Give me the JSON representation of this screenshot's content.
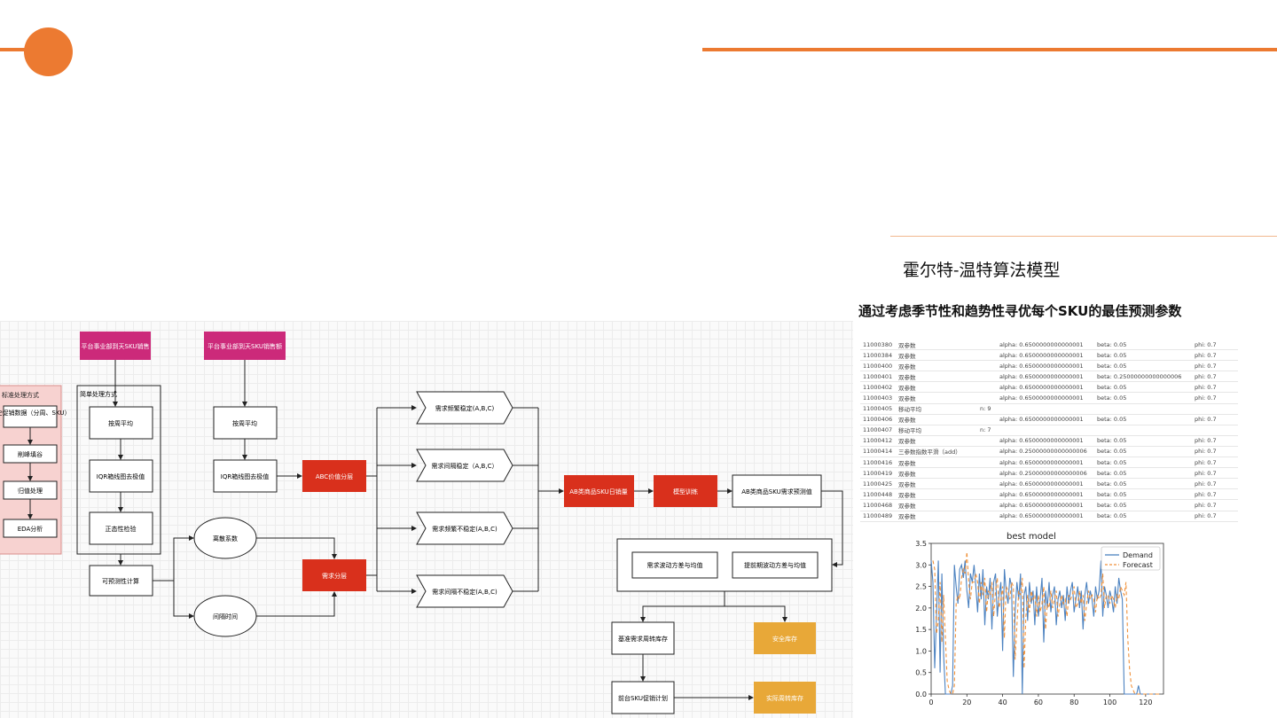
{
  "slide": {
    "title": "霍尔特-温特算法模型",
    "subtitle": "通过考虑季节性和趋势性寻优每个SKU的最佳预测参数",
    "colors": {
      "accent": "#ec7a31",
      "node_red": "#d9301c",
      "node_magenta": "#cc2a7a",
      "node_orange": "#e8a838",
      "panel_pink": "#f7d2d0"
    }
  },
  "flowchart": {
    "panel_title": "标准处理方式",
    "panel_steps": [
      "历史促销数据（分周、SKU）",
      "削峰填谷",
      "归值处理",
      "EDA分析"
    ],
    "source1": "平台事业部到天SKU销售",
    "source2": "平台事业部到天SKU销售额",
    "simple_title": "简单处理方式",
    "week_avg": "按周平均",
    "iqr": "IQR箱线图去极值",
    "normality": "正态性检验",
    "predictability": "可预测性计算",
    "week_avg2": "按周平均",
    "iqr2": "IQR箱线图去极值",
    "abc": "ABC价值分层",
    "discrete": "离散系数",
    "interval": "间隔时间",
    "demand_layer": "需求分层",
    "cat1": "需求频繁稳定(A,B,C)",
    "cat2": "需求间隔稳定（A,B,C）",
    "cat3": "需求频繁不稳定(A,B,C)",
    "cat4": "需求间隔不稳定(A,B,C)",
    "ab_sales": "AB类商品SKU日销量",
    "train": "模型训练",
    "ab_forecast": "AB类商品SKU需求预测值",
    "var1": "需求波动方差与均值",
    "var2": "提前期波动方差与均值",
    "base_stock": "基准需求周转库存",
    "safety": "安全库存",
    "front_plan": "前台SKU促销计划",
    "actual_stock": "实际周转库存"
  },
  "param_table": {
    "rows": [
      [
        "11000380",
        "双参数",
        "",
        "alpha: 0.6500000000000001",
        "beta: 0.05",
        "phi: 0.7"
      ],
      [
        "11000384",
        "双参数",
        "",
        "alpha: 0.6500000000000001",
        "beta: 0.05",
        "phi: 0.7"
      ],
      [
        "11000400",
        "双参数",
        "",
        "alpha: 0.6500000000000001",
        "beta: 0.05",
        "phi: 0.7"
      ],
      [
        "11000401",
        "双参数",
        "",
        "alpha: 0.6500000000000001",
        "beta: 0.25000000000000006",
        "phi: 0.7"
      ],
      [
        "11000402",
        "双参数",
        "",
        "alpha: 0.6500000000000001",
        "beta: 0.05",
        "phi: 0.7"
      ],
      [
        "11000403",
        "双参数",
        "",
        "alpha: 0.6500000000000001",
        "beta: 0.05",
        "phi: 0.7"
      ],
      [
        "11000405",
        "移动平均",
        "n: 9",
        "",
        "",
        ""
      ],
      [
        "11000406",
        "双参数",
        "",
        "alpha: 0.6500000000000001",
        "beta: 0.05",
        "phi: 0.7"
      ],
      [
        "11000407",
        "移动平均",
        "n: 7",
        "",
        "",
        ""
      ],
      [
        "11000412",
        "双参数",
        "",
        "alpha: 0.6500000000000001",
        "beta: 0.05",
        "phi: 0.7"
      ],
      [
        "11000414",
        "三参数指数平滑（add）",
        "",
        "alpha: 0.25000000000000006",
        "beta: 0.05",
        "phi: 0.7"
      ],
      [
        "11000416",
        "双参数",
        "",
        "alpha: 0.6500000000000001",
        "beta: 0.05",
        "phi: 0.7"
      ],
      [
        "11000419",
        "双参数",
        "",
        "alpha: 0.25000000000000006",
        "beta: 0.05",
        "phi: 0.7"
      ],
      [
        "11000425",
        "双参数",
        "",
        "alpha: 0.6500000000000001",
        "beta: 0.05",
        "phi: 0.7"
      ],
      [
        "11000448",
        "双参数",
        "",
        "alpha: 0.6500000000000001",
        "beta: 0.05",
        "phi: 0.7"
      ],
      [
        "11000468",
        "双参数",
        "",
        "alpha: 0.6500000000000001",
        "beta: 0.05",
        "phi: 0.7"
      ],
      [
        "11000489",
        "双参数",
        "",
        "alpha: 0.6500000000000001",
        "beta: 0.05",
        "phi: 0.7"
      ]
    ]
  },
  "chart_data": {
    "type": "line",
    "title": "best model",
    "xlim": [
      0,
      130
    ],
    "ylim": [
      0,
      3.5
    ],
    "xticks": [
      0,
      20,
      40,
      60,
      80,
      100,
      120
    ],
    "yticks": [
      0.0,
      0.5,
      1.0,
      1.5,
      2.0,
      2.5,
      3.0,
      3.5
    ],
    "legend_position": "top-right",
    "series": [
      {
        "name": "Demand",
        "color": "#4c82c0",
        "dash": "",
        "x": [
          0,
          1,
          2,
          3,
          4,
          5,
          6,
          7,
          8,
          9,
          10,
          11,
          12,
          13,
          14,
          15,
          16,
          17,
          18,
          19,
          20,
          21,
          22,
          23,
          24,
          25,
          26,
          27,
          28,
          29,
          30,
          31,
          32,
          33,
          34,
          35,
          36,
          37,
          38,
          39,
          40,
          41,
          42,
          43,
          44,
          45,
          46,
          47,
          48,
          49,
          50,
          51,
          52,
          53,
          54,
          55,
          56,
          57,
          58,
          59,
          60,
          61,
          62,
          63,
          64,
          65,
          66,
          67,
          68,
          69,
          70,
          71,
          72,
          73,
          74,
          75,
          76,
          77,
          78,
          79,
          80,
          81,
          82,
          83,
          84,
          85,
          86,
          87,
          88,
          89,
          90,
          91,
          92,
          93,
          94,
          95,
          96,
          97,
          98,
          99,
          100,
          101,
          102,
          103,
          104,
          105,
          106,
          107,
          108,
          109,
          110,
          111,
          112,
          113,
          114,
          115,
          116,
          117,
          118,
          119,
          120,
          121,
          122,
          123,
          124,
          125
        ],
        "y": [
          3.1,
          2.6,
          0.6,
          1.8,
          3.1,
          0.5,
          2.8,
          0.9,
          0,
          0,
          0,
          0,
          0.2,
          3.0,
          2.5,
          2.1,
          2.9,
          3.0,
          2.7,
          3.1,
          2.4,
          2.0,
          2.8,
          2.6,
          3.0,
          2.5,
          1.9,
          2.8,
          2.2,
          2.9,
          1.6,
          2.5,
          2.2,
          2.7,
          1.5,
          2.6,
          2.8,
          1.8,
          2.3,
          2.6,
          1.0,
          2.9,
          2.4,
          2.1,
          2.7,
          2.5,
          0.4,
          1.9,
          2.6,
          2.2,
          2.8,
          0,
          2.3,
          2.5,
          1.7,
          2.6,
          2.1,
          2.4,
          1.6,
          2.5,
          1.8,
          2.2,
          2.7,
          1.2,
          2.4,
          2.0,
          2.6,
          1.9,
          2.3,
          2.5,
          1.6,
          2.2,
          2.4,
          2.0,
          2.3,
          1.7,
          2.5,
          2.1,
          2.4,
          2.6,
          1.9,
          2.2,
          2.5,
          2.0,
          2.4,
          1.5,
          2.3,
          2.6,
          2.1,
          2.4,
          2.2,
          1.8,
          2.5,
          2.2,
          2.4,
          3.1,
          1.8,
          2.5,
          2.3,
          2.0,
          2.4,
          2.2,
          1.9,
          2.5,
          2.1,
          2.7,
          2.4,
          2.2,
          0,
          0,
          0,
          0,
          0,
          0,
          0,
          0,
          0.2,
          0,
          0,
          0,
          0,
          0,
          0,
          0,
          0,
          0
        ]
      },
      {
        "name": "Forecast",
        "color": "#f0913a",
        "dash": "4 3",
        "x": [
          1,
          2,
          3,
          4,
          5,
          6,
          7,
          8,
          9,
          10,
          11,
          12,
          13,
          14,
          15,
          16,
          17,
          18,
          19,
          20,
          21,
          22,
          23,
          24,
          25,
          26,
          27,
          28,
          29,
          30,
          31,
          32,
          33,
          34,
          35,
          36,
          37,
          38,
          39,
          40,
          41,
          42,
          43,
          44,
          45,
          46,
          47,
          48,
          49,
          50,
          51,
          52,
          53,
          54,
          55,
          56,
          57,
          58,
          59,
          60,
          61,
          62,
          63,
          64,
          65,
          66,
          67,
          68,
          69,
          70,
          71,
          72,
          73,
          74,
          75,
          76,
          77,
          78,
          79,
          80,
          81,
          82,
          83,
          84,
          85,
          86,
          87,
          88,
          89,
          90,
          91,
          92,
          93,
          94,
          95,
          96,
          97,
          98,
          99,
          100,
          101,
          102,
          103,
          104,
          105,
          106,
          107,
          108,
          109,
          110,
          111,
          112,
          113,
          114,
          115,
          116,
          117,
          118,
          119,
          120,
          121,
          122,
          123,
          124,
          125,
          126,
          127,
          128,
          129
        ],
        "y": [
          3.1,
          2.9,
          1.4,
          1.7,
          2.6,
          1.2,
          2.3,
          1.3,
          0.3,
          0.1,
          0,
          0,
          0.2,
          2.1,
          2.3,
          2.2,
          2.7,
          2.9,
          2.8,
          3.3,
          2.6,
          2.2,
          2.6,
          2.6,
          2.8,
          2.6,
          2.1,
          2.6,
          2.3,
          2.7,
          1.9,
          2.4,
          2.3,
          2.6,
          1.8,
          2.4,
          2.7,
          2.0,
          2.2,
          2.5,
          1.3,
          2.5,
          2.4,
          2.2,
          2.6,
          2.5,
          0.8,
          1.6,
          2.4,
          2.3,
          2.7,
          0.6,
          1.8,
          2.3,
          1.9,
          2.4,
          2.2,
          2.3,
          1.8,
          2.3,
          1.9,
          2.1,
          2.5,
          1.5,
          2.1,
          2.0,
          2.4,
          2.0,
          2.2,
          2.4,
          1.8,
          2.1,
          2.3,
          2.1,
          2.2,
          1.8,
          2.3,
          2.2,
          2.3,
          2.5,
          2.0,
          2.1,
          2.4,
          2.1,
          2.3,
          1.7,
          2.1,
          2.4,
          2.2,
          2.3,
          2.2,
          1.9,
          2.3,
          2.2,
          2.3,
          2.8,
          2.0,
          2.3,
          2.3,
          2.1,
          2.3,
          2.2,
          2.0,
          2.3,
          2.2,
          2.5,
          2.4,
          2.3,
          2.6,
          1.3,
          0.6,
          0.2,
          0.1,
          0,
          0,
          0,
          0,
          0,
          0,
          0,
          0,
          0,
          0,
          0,
          0,
          0,
          0,
          0,
          0
        ]
      }
    ]
  }
}
